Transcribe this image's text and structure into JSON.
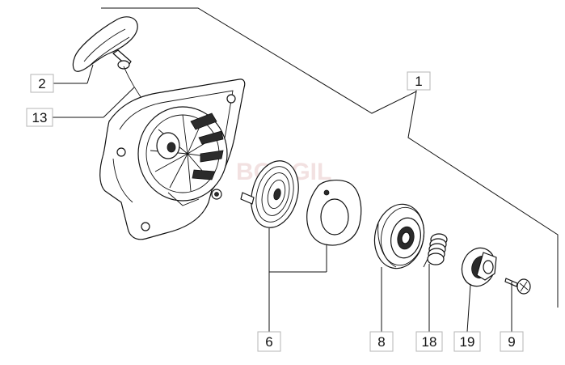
{
  "diagram": {
    "watermark": "BOGGIL",
    "callouts": [
      {
        "id": "c1",
        "label": "1"
      },
      {
        "id": "c2",
        "label": "2"
      },
      {
        "id": "c13",
        "label": "13"
      },
      {
        "id": "c6",
        "label": "6"
      },
      {
        "id": "c8",
        "label": "8"
      },
      {
        "id": "c18",
        "label": "18"
      },
      {
        "id": "c19",
        "label": "19"
      },
      {
        "id": "c9",
        "label": "9"
      }
    ]
  }
}
